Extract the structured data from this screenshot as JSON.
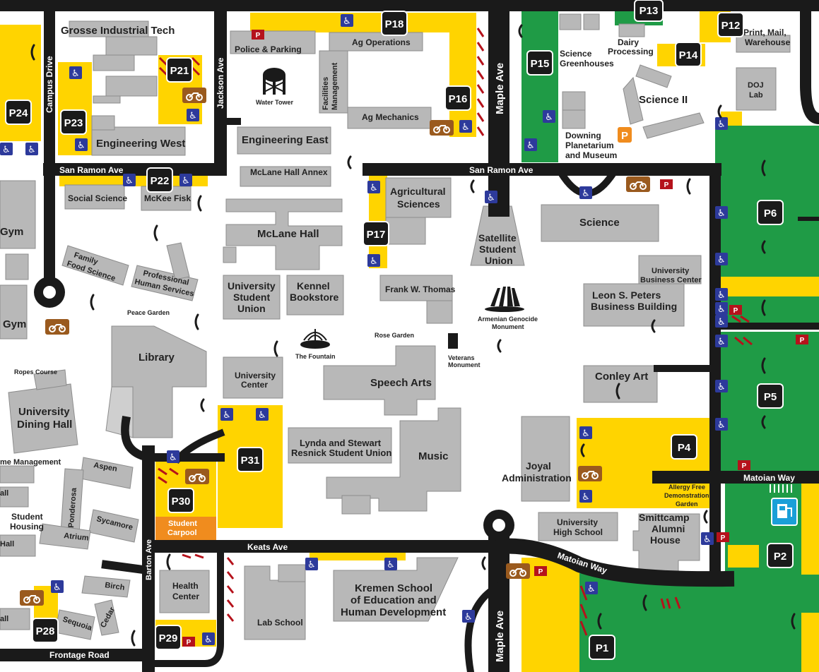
{
  "colors": {
    "road": "#1a1a1a",
    "building": "#b8b8b8",
    "building_stroke": "#8c8c8c",
    "parking": "#ffd400",
    "green_lot": "#1f9b46",
    "carpool": "#f08c1e",
    "disabled": "#2d3a9b",
    "moto": "#9a5a1e",
    "permit": "#b5121b",
    "planetarium": "#f08c1e",
    "ev": "#1a9fd8"
  },
  "icons": {
    "accessible": "accessible-parking-icon",
    "motorcycle": "motorcycle-parking-icon",
    "permit": "permit-dispenser-icon",
    "phone": "emergency-phone-icon",
    "planetarium": "planetarium-parking-icon",
    "ev": "ev-charging-icon"
  },
  "streets": {
    "campus_drive": "Campus Drive",
    "jackson_ave": "Jackson Ave",
    "maple_ave_north": "Maple Ave",
    "maple_ave_south": "Maple Ave",
    "san_ramon_west": "San Ramon Ave",
    "san_ramon_east": "San Ramon Ave",
    "keats_ave": "Keats Ave",
    "matoian_way_curve": "Matoian Way",
    "matoian_way_east": "Matoian Way",
    "barton_ave": "Barton Ave",
    "frontage_road": "Frontage Road"
  },
  "lots": {
    "p1": "P1",
    "p2": "P2",
    "p4": "P4",
    "p5": "P5",
    "p6": "P6",
    "p12": "P12",
    "p13": "P13",
    "p14": "P14",
    "p15": "P15",
    "p16": "P16",
    "p17": "P17",
    "p18": "P18",
    "p21": "P21",
    "p22": "P22",
    "p23": "P23",
    "p24": "P24",
    "p28": "P28",
    "p29": "P29",
    "p30": "P30",
    "p31": "P31",
    "student_carpool": [
      "Student",
      "Carpool"
    ]
  },
  "buildings": {
    "grosse_industrial_tech": "Grosse Industrial Tech",
    "engineering_west": "Engineering West",
    "engineering_east": "Engineering East",
    "police_parking": "Police & Parking",
    "ag_operations": "Ag Operations",
    "facilities_management": [
      "Facilities",
      "Management"
    ],
    "ag_mechanics": "Ag Mechanics",
    "water_tower": "Water Tower",
    "mclane_hall_annex": "McLane Hall Annex",
    "mclane_hall": "McLane Hall",
    "social_science": "Social Science",
    "mckee_fisk": "McKee Fisk",
    "gym_north": "Gym",
    "gym_south": "Gym",
    "family_food_science": [
      "Family",
      "Food Science"
    ],
    "professional_human_services": [
      "Professional",
      "Human Services"
    ],
    "peace_garden": "Peace Garden",
    "university_student_union": [
      "University",
      "Student",
      "Union"
    ],
    "kennel_bookstore": [
      "Kennel",
      "Bookstore"
    ],
    "agricultural_sciences": [
      "Agricultural",
      "Sciences"
    ],
    "satellite_student_union": [
      "Satellite",
      "Student",
      "Union"
    ],
    "frank_w_thomas": "Frank W. Thomas",
    "rose_garden": "Rose Garden",
    "the_fountain": "The Fountain",
    "veterans_monument": [
      "Veterans",
      "Monument"
    ],
    "armenian_genocide_monument": [
      "Armenian Genocide",
      "Monument"
    ],
    "library": "Library",
    "ropes_course": "Ropes Course",
    "university_dining_hall": [
      "University",
      "Dining Hall"
    ],
    "university_center": [
      "University",
      "Center"
    ],
    "speech_arts": "Speech Arts",
    "lynda_stewart_resnick": [
      "Lynda and Stewart",
      "Resnick Student Union"
    ],
    "music": "Music",
    "home_management": "me Management",
    "aspen": "Aspen",
    "ponderosa": "Ponderosa",
    "student_housing": [
      "Student",
      "Housing"
    ],
    "sycamore": "Sycamore",
    "atrium": "Atrium",
    "hall_a": "all",
    "hall_b": "Hall",
    "hall_c": "all",
    "birch": "Birch",
    "cedar": "Cedar",
    "sequoia": "Sequoia",
    "health_center": [
      "Health",
      "Center"
    ],
    "lab_school": "Lab School",
    "kremen_school": [
      "Kremen School",
      "of Education and",
      "Human Development"
    ],
    "joyal_administration": [
      "Joyal",
      "Administration"
    ],
    "university_high_school": [
      "University",
      "High School"
    ],
    "smittcamp_alumni_house": [
      "Smittcamp",
      "Alumni",
      "House"
    ],
    "allergy_free_garden": [
      "Allergy Free",
      "Demonstration",
      "Garden"
    ],
    "conley_art": "Conley Art",
    "leon_s_peters": [
      "Leon S. Peters",
      "Business Building"
    ],
    "university_business_center": [
      "University",
      "Business Center"
    ],
    "science": "Science",
    "science_ii": "Science II",
    "science_greenhouses": [
      "Science",
      "Greenhouses"
    ],
    "dairy_processing": [
      "Dairy",
      "Processing"
    ],
    "print_mail_warehouse": [
      "Print, Mail,",
      "Warehouse"
    ],
    "doj_lab": [
      "DOJ",
      "Lab"
    ],
    "downing_planetarium": [
      "Downing",
      "Planetarium",
      "and Museum"
    ]
  }
}
